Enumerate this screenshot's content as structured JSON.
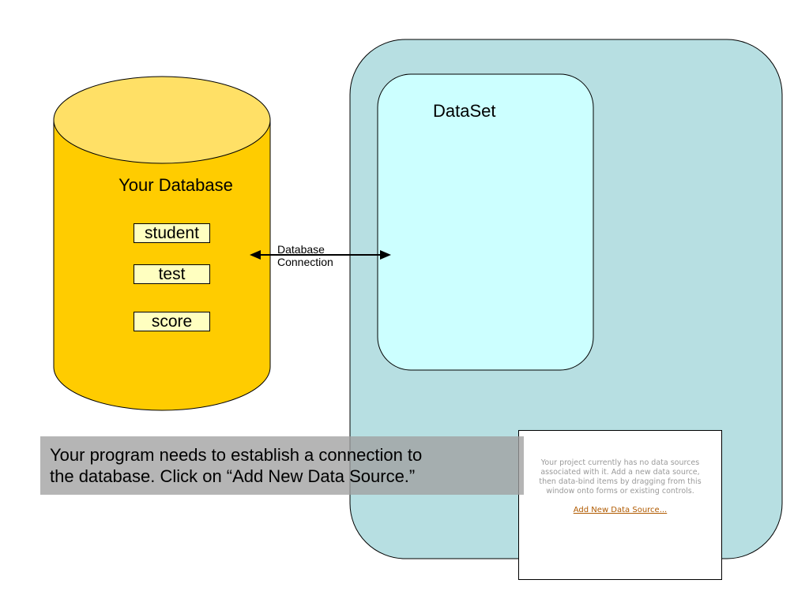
{
  "database": {
    "label": "Your Database",
    "tables": [
      "student",
      "test",
      "score"
    ]
  },
  "dataset": {
    "label": "DataSet"
  },
  "connection": {
    "line1": "Database",
    "line2": "Connection"
  },
  "caption": {
    "line1": "Your program needs to establish a connection to",
    "line2": "the database.  Click on “Add New Data Source.”"
  },
  "data_sources_panel": {
    "message_lines": [
      "Your project currently has no data sources",
      "associated with it. Add a new data source,",
      "then data-bind items by dragging from this",
      "window onto forms or existing controls."
    ],
    "link_label": "Add New Data Source..."
  },
  "colors": {
    "cylinder_body": "#ffcc00",
    "cylinder_top": "#ffe066",
    "outer_container": "#b7dfe2",
    "dataset_box": "#ccffff",
    "table_box": "#ffffc0",
    "caption_bg": "#a0a0a0",
    "link": "#b05a00"
  }
}
